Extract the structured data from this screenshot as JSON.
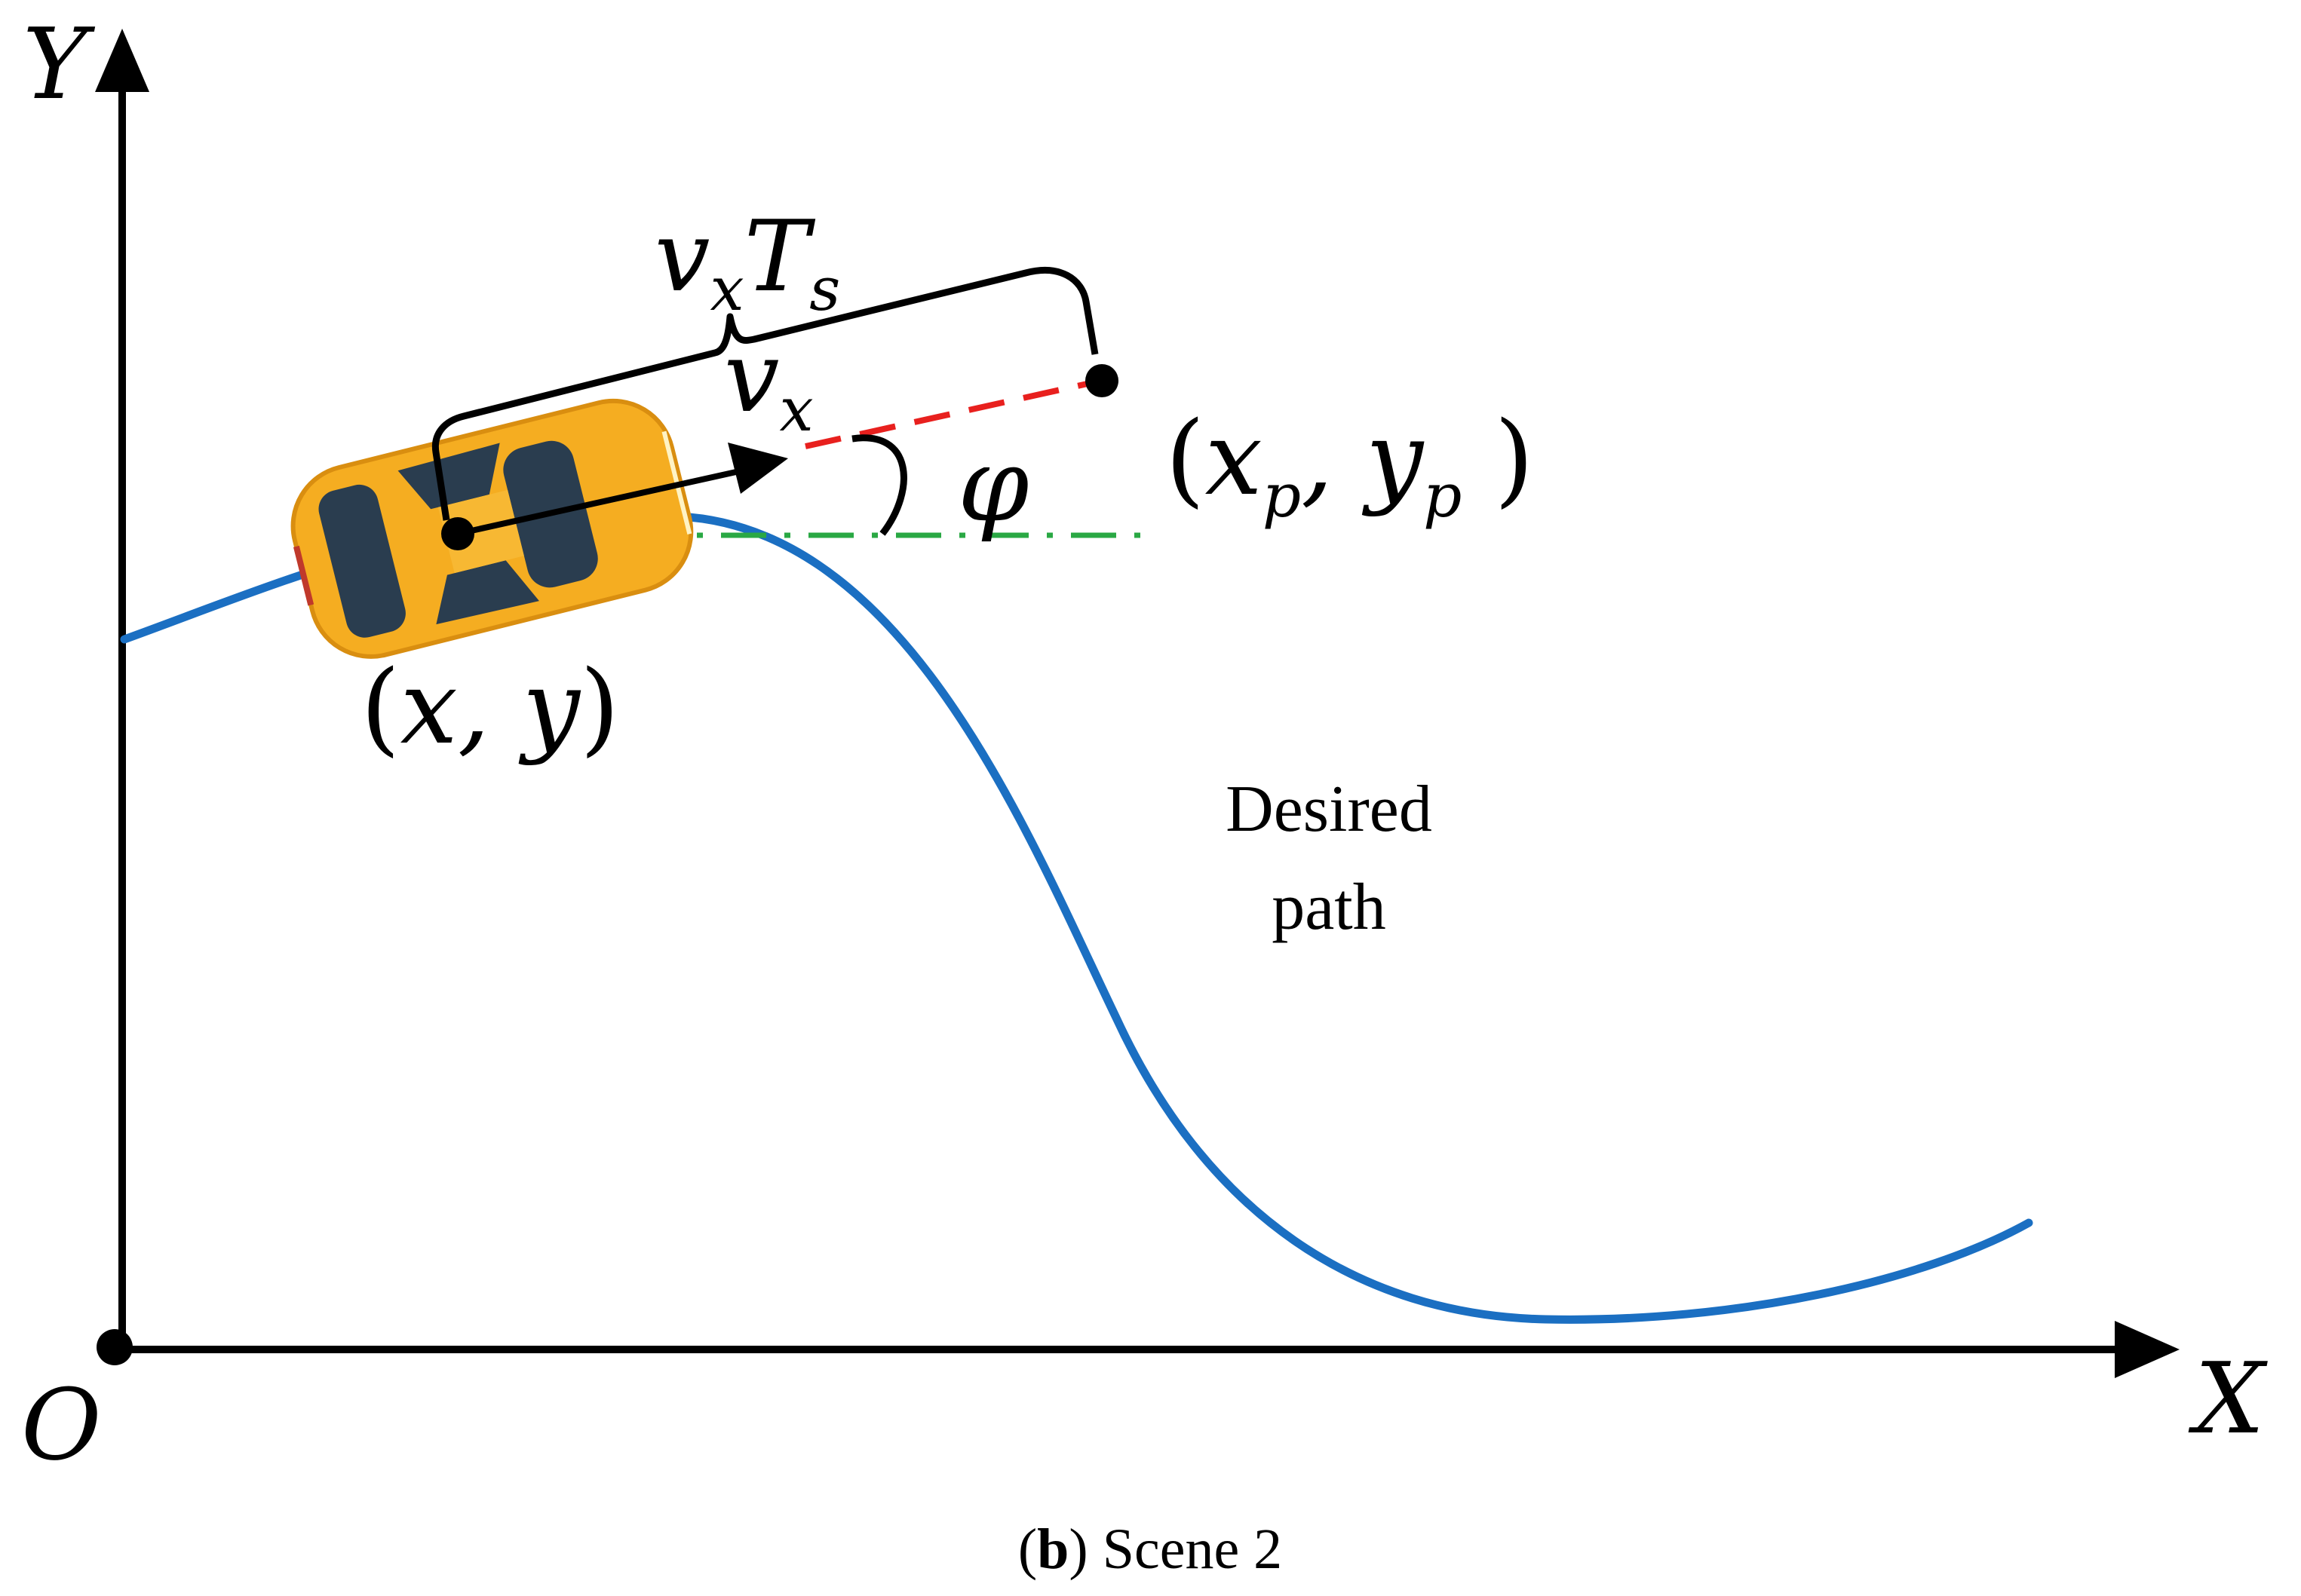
{
  "figure": {
    "axis_x_label": "X",
    "axis_y_label": "Y",
    "origin_label": "O",
    "vehicle_position_label": "(x, y)",
    "preview_point_label": "(x_p , y_p )",
    "velocity_label": "v_x",
    "preview_distance_label": "v_xT_s",
    "heading_angle_label": "φ",
    "path_label_line1": "Desired",
    "path_label_line2": "path",
    "caption_letter": "b",
    "caption_text": "Scene 2"
  },
  "colors": {
    "axes": "#000000",
    "desired_path": "#1b6fc2",
    "heading_reference_line": "#2aa844",
    "preview_line": "#e8201e",
    "car_body": "#f5ad21",
    "car_glass": "#2a3d4f"
  },
  "icons": [
    "car-icon",
    "arrow-icon"
  ]
}
